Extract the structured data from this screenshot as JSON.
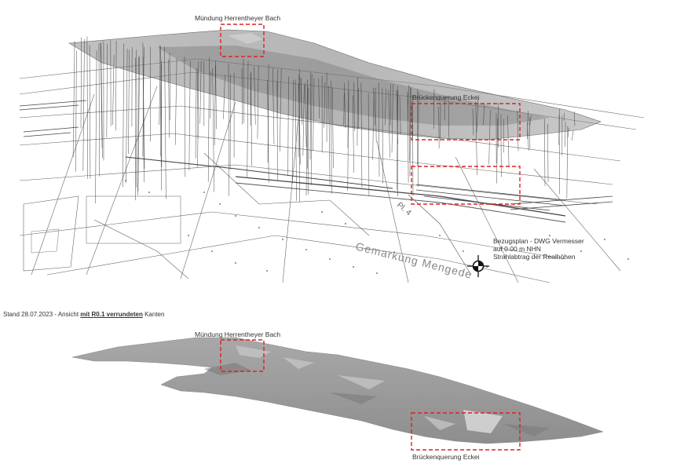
{
  "top_view": {
    "label_muendung": "Mündung Herrentheyer Bach",
    "label_bruecke": "Brückenquerung Eckei",
    "map_text_gemarkung": "Gemarkung Mengede",
    "map_text_parcel": "Pl. 4",
    "reference_note": {
      "line1": "Bezugsplan - DWG Vermesser",
      "line2": "auf 0.00 m NHN",
      "line3": "Strahlabtrag der Realhöhen"
    }
  },
  "caption": {
    "prefix": "Stand 28.07.2023 - Ansicht ",
    "bold": "mit R0.1 verrundeten",
    "suffix": " Kanten"
  },
  "bottom_view": {
    "label_muendung": "Mündung Herrentheyer Bach",
    "label_bruecke": "Brückenquerung Eckei"
  },
  "colors": {
    "highlight_box": "#e02020",
    "surface_grey": "#9a9a9a",
    "linework": "#555555"
  }
}
